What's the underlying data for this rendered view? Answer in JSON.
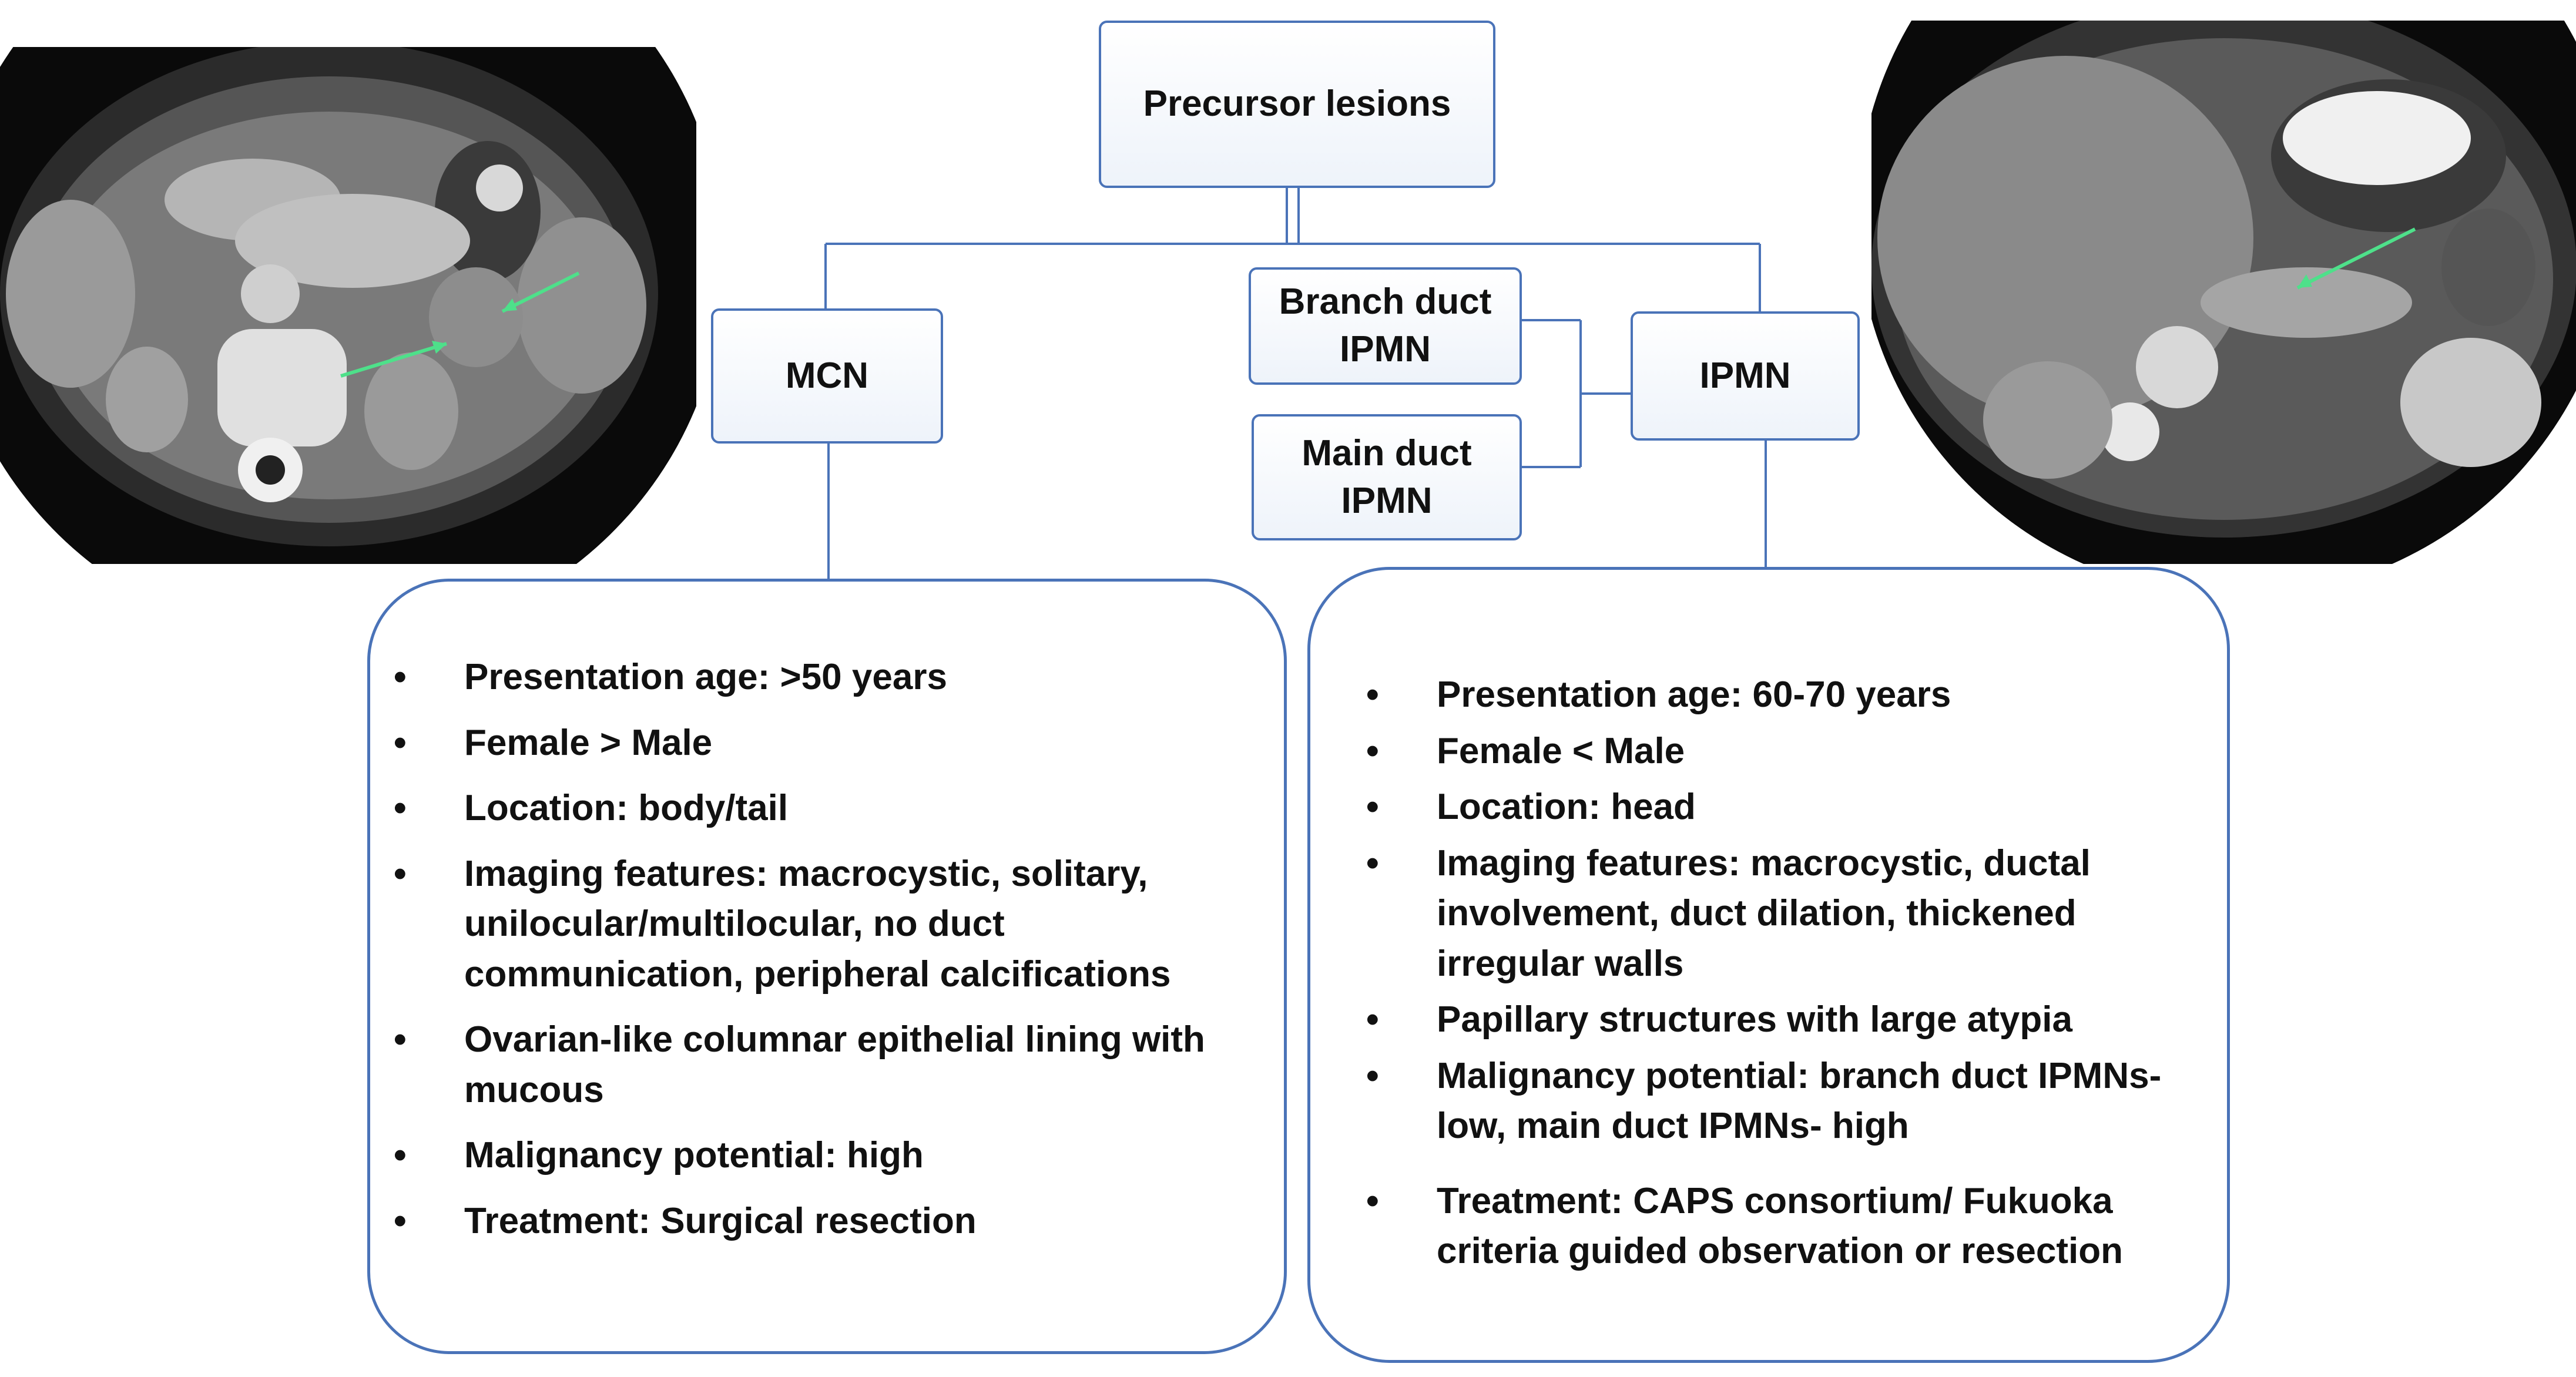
{
  "diagram": {
    "root": "Precursor lesions",
    "mcn": "MCN",
    "ipmn": "IPMN",
    "branch_duct": "Branch duct\nIPMN",
    "main_duct": "Main duct\nIPMN"
  },
  "mcn_panel": {
    "items": [
      "Presentation age: >50 years",
      "Female > Male",
      "Location: body/tail",
      "Imaging features: macrocystic, solitary, unilocular/multilocular, no duct communication, peripheral calcifications",
      "Ovarian-like columnar epithelial lining with mucous",
      "Malignancy potential: high",
      "Treatment: Surgical resection"
    ]
  },
  "ipmn_panel": {
    "items": [
      "Presentation age: 60-70 years",
      "Female < Male",
      "Location: head",
      "Imaging features: macrocystic, ductal involvement, duct dilation, thickened irregular walls",
      "Papillary structures with large atypia",
      "Malignancy potential: branch duct IPMNs- low, main duct IPMNs- high",
      "Treatment: CAPS consortium/ Fukuoka criteria guided observation or resection"
    ]
  },
  "bullet_char": "•",
  "colors": {
    "box_border": "#4a73b8",
    "connector": "#4a73b8",
    "arrow": "#4ee08a"
  }
}
